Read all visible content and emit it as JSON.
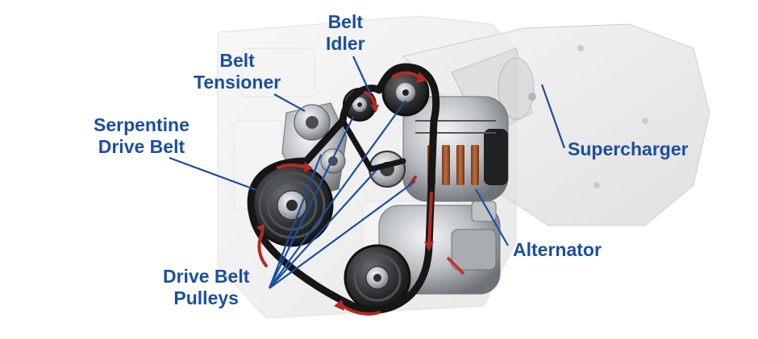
{
  "labels": {
    "belt_idler": [
      "Belt",
      "Idler"
    ],
    "belt_tensioner": [
      "Belt",
      "Tensioner"
    ],
    "serpentine_drive_belt": [
      "Serpentine",
      "Drive Belt"
    ],
    "supercharger": "Supercharger",
    "alternator": "Alternator",
    "drive_belt_pulleys": [
      "Drive Belt",
      "Pulleys"
    ]
  },
  "colors": {
    "label_text": "#1b4f9c",
    "leader_line": "#1b4f9c",
    "belt": "#1a1a1a",
    "direction_arrow": "#b52a24",
    "engine_block": "#e6e6e6",
    "metal": "#c9ccd0"
  }
}
